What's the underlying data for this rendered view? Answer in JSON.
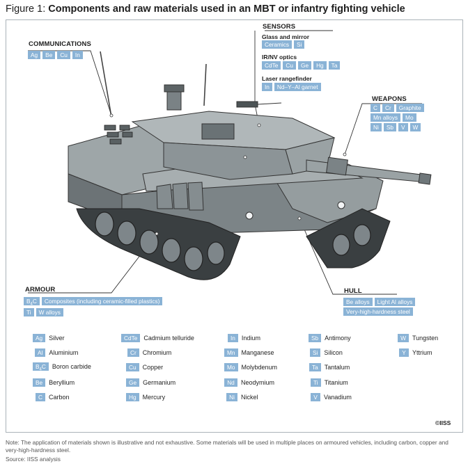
{
  "figure": {
    "prefix": "Figure 1:",
    "title": "Components and raw materials used in an MBT or infantry fighting vehicle"
  },
  "colors": {
    "chip": "#8ab3d6",
    "tank_body": "#8f9799",
    "tank_dark": "#5d6466",
    "lines": "#333333"
  },
  "sections": {
    "communications": {
      "heading": "COMMUNICATIONS",
      "chips": [
        "Ag",
        "Be",
        "Cu",
        "In"
      ]
    },
    "sensors": {
      "heading": "SENSORS",
      "groups": [
        {
          "label": "Glass and mirror",
          "chips": [
            "Ceramics",
            "Si"
          ]
        },
        {
          "label": "IR/NV optics",
          "chips": [
            "CdTe",
            "Cu",
            "Ge",
            "Hg",
            "Ta"
          ]
        },
        {
          "label": "Laser rangefinder",
          "chips": [
            "In",
            "Nd–Y–Al garnet"
          ]
        }
      ]
    },
    "weapons": {
      "heading": "WEAPONS",
      "rows": [
        [
          "C",
          "Cr",
          "Graphite"
        ],
        [
          "Mn alloys",
          "Mo"
        ],
        [
          "Ni",
          "Sb",
          "V",
          "W"
        ]
      ]
    },
    "armour": {
      "heading": "ARMOUR",
      "chip_boron": "B",
      "chip_boron_sub": "4",
      "chip_boron_tail": "C",
      "rows": [
        [
          "Composites (including ceramic-filled plastics)"
        ],
        [
          "Ti",
          "W alloys"
        ]
      ]
    },
    "hull": {
      "heading": "HULL",
      "rows": [
        [
          "Be alloys",
          "Light Al alloys"
        ],
        [
          "Very-high-hardness steel"
        ]
      ]
    }
  },
  "legend": {
    "columns": [
      [
        {
          "symbol": "Ag",
          "name": "Silver"
        },
        {
          "symbol": "Al",
          "name": "Aluminium"
        },
        {
          "symbol": "B",
          "sub": "4",
          "tail": "C",
          "name": "Boron carbide"
        },
        {
          "symbol": "Be",
          "name": "Beryllium"
        },
        {
          "symbol": "C",
          "name": "Carbon"
        }
      ],
      [
        {
          "symbol": "CdTe",
          "name": "Cadmium telluride"
        },
        {
          "symbol": "Cr",
          "name": "Chromium"
        },
        {
          "symbol": "Cu",
          "name": "Copper"
        },
        {
          "symbol": "Ge",
          "name": "Germanium"
        },
        {
          "symbol": "Hg",
          "name": "Mercury"
        }
      ],
      [
        {
          "symbol": "In",
          "name": "Indium"
        },
        {
          "symbol": "Mn",
          "name": "Manganese"
        },
        {
          "symbol": "Mo",
          "name": "Molybdenum"
        },
        {
          "symbol": "Nd",
          "name": "Neodymium"
        },
        {
          "symbol": "Ni",
          "name": "Nickel"
        }
      ],
      [
        {
          "symbol": "Sb",
          "name": "Antimony"
        },
        {
          "symbol": "Si",
          "name": "Silicon"
        },
        {
          "symbol": "Ta",
          "name": "Tantalum"
        },
        {
          "symbol": "Ti",
          "name": "Titanium"
        },
        {
          "symbol": "V",
          "name": "Vanadium"
        }
      ],
      [
        {
          "symbol": "W",
          "name": "Tungsten"
        },
        {
          "symbol": "Y",
          "name": "Yttrium"
        }
      ]
    ]
  },
  "copyright": "©IISS",
  "note": "Note: The application of materials shown is illustrative and not exhaustive. Some materials will be used in multiple places on armoured vehicles, including carbon, copper and very-high-hardness steel.",
  "source": "Source: IISS analysis"
}
